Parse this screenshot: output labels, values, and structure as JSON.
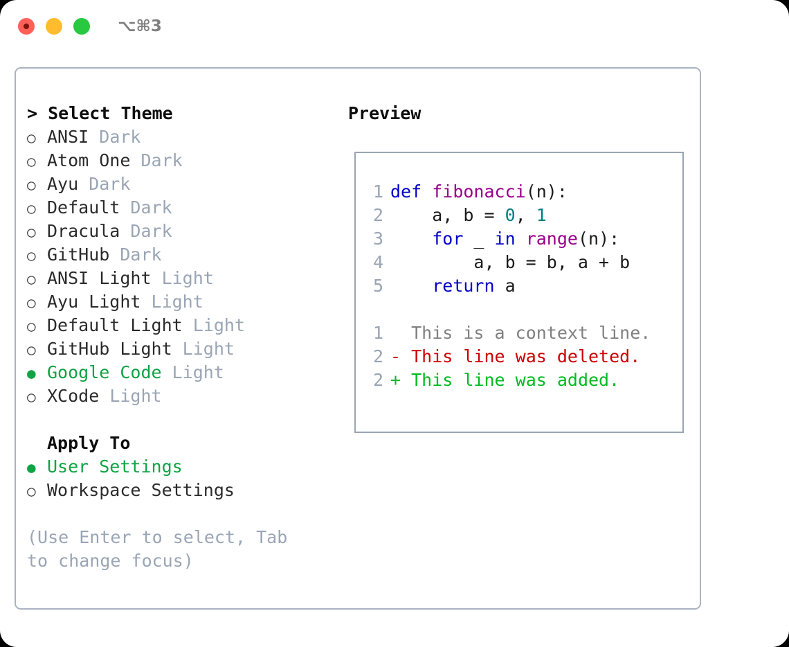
{
  "titlebar": {
    "shortcut": "⌥⌘3",
    "buttons": [
      {
        "name": "close",
        "color": "#ff6159"
      },
      {
        "name": "minimize",
        "color": "#ffbd2e"
      },
      {
        "name": "maximize",
        "color": "#28c840"
      }
    ]
  },
  "theme_picker": {
    "header_prefix": ">",
    "header": "> Select Theme",
    "bullet_selected": "●",
    "bullet_unselected": "○",
    "items": [
      {
        "label": "ANSI",
        "suffix": "Dark",
        "selected": false
      },
      {
        "label": "Atom One",
        "suffix": "Dark",
        "selected": false
      },
      {
        "label": "Ayu",
        "suffix": "Dark",
        "selected": false
      },
      {
        "label": "Default",
        "suffix": "Dark",
        "selected": false
      },
      {
        "label": "Dracula",
        "suffix": "Dark",
        "selected": false
      },
      {
        "label": "GitHub",
        "suffix": "Dark",
        "selected": false
      },
      {
        "label": "ANSI Light",
        "suffix": "Light",
        "selected": false
      },
      {
        "label": "Ayu Light",
        "suffix": "Light",
        "selected": false
      },
      {
        "label": "Default Light",
        "suffix": "Light",
        "selected": false
      },
      {
        "label": "GitHub Light",
        "suffix": "Light",
        "selected": false
      },
      {
        "label": "Google Code",
        "suffix": "Light",
        "selected": true
      },
      {
        "label": "XCode",
        "suffix": "Light",
        "selected": false
      }
    ]
  },
  "apply_to": {
    "header": "Apply To",
    "items": [
      {
        "label": "User Settings",
        "selected": true
      },
      {
        "label": "Workspace Settings",
        "selected": false
      }
    ]
  },
  "hint": "(Use Enter to select, Tab to change focus)",
  "preview": {
    "title": "Preview",
    "code_lines": [
      {
        "no": "1",
        "tokens": [
          {
            "t": "def",
            "c": "kw"
          },
          {
            "t": " ",
            "c": "plain"
          },
          {
            "t": "fibonacci",
            "c": "fn"
          },
          {
            "t": "(n):",
            "c": "plain"
          }
        ]
      },
      {
        "no": "2",
        "tokens": [
          {
            "t": "    a, b = ",
            "c": "plain"
          },
          {
            "t": "0",
            "c": "num"
          },
          {
            "t": ", ",
            "c": "plain"
          },
          {
            "t": "1",
            "c": "num"
          }
        ]
      },
      {
        "no": "3",
        "tokens": [
          {
            "t": "    ",
            "c": "plain"
          },
          {
            "t": "for",
            "c": "kw"
          },
          {
            "t": " _ ",
            "c": "plain"
          },
          {
            "t": "in",
            "c": "kw"
          },
          {
            "t": " ",
            "c": "plain"
          },
          {
            "t": "range",
            "c": "fn"
          },
          {
            "t": "(n):",
            "c": "plain"
          }
        ]
      },
      {
        "no": "4",
        "tokens": [
          {
            "t": "        a, b = b, a + b",
            "c": "plain"
          }
        ]
      },
      {
        "no": "5",
        "tokens": [
          {
            "t": "    ",
            "c": "plain"
          },
          {
            "t": "return",
            "c": "kw"
          },
          {
            "t": " a",
            "c": "plain"
          }
        ]
      }
    ],
    "diff_lines": [
      {
        "no": "1",
        "marker": " ",
        "text": "This is a context line.",
        "kind": "ctx"
      },
      {
        "no": "2",
        "marker": "-",
        "text": "This line was deleted.",
        "kind": "del"
      },
      {
        "no": "2",
        "marker": "+",
        "text": "This line was added.",
        "kind": "add"
      }
    ]
  },
  "colors": {
    "accent_green": "#0fa344",
    "muted": "#9aa5b5",
    "keyword": "#0000c8",
    "function": "#99008c",
    "number": "#008080",
    "diff_deleted": "#cc0000",
    "diff_added": "#00bb22",
    "panel_border": "#aab3c0"
  }
}
